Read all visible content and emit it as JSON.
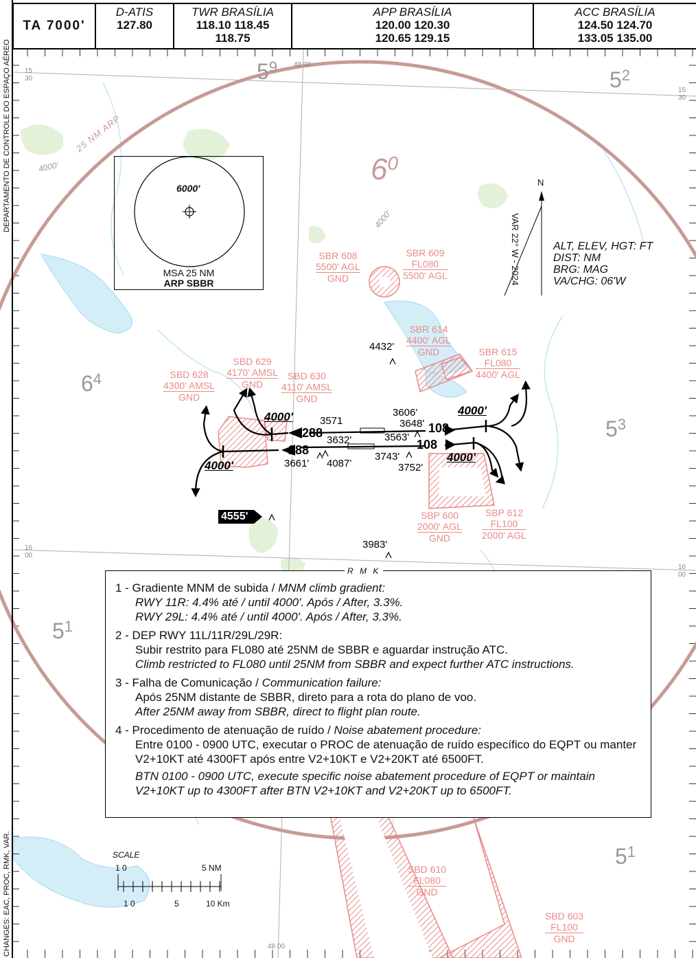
{
  "header": {
    "ta": "TA 7000'",
    "datis_title": "D-ATIS",
    "datis_freq": "127.80",
    "twr_title": "TWR BRASÍLIA",
    "twr_freq1": "118.10 118.45",
    "twr_freq2": "118.75",
    "app_title": "APP BRASÍLIA",
    "app_freq1": "120.00 120.30",
    "app_freq2": "120.65 129.15",
    "acc_title": "ACC BRASÍLIA",
    "acc_freq1": "124.50 124.70",
    "acc_freq2": "133.05 135.00"
  },
  "side": {
    "top": "DEPARTAMENTO DE CONTROLE DO ESPAÇO AÉREO",
    "bottom": "CHANGES: EAC, PROC, RMK, VAR."
  },
  "msa": {
    "alt": "6000'",
    "line1": "MSA 25 NM",
    "line2": "ARP SBBR"
  },
  "arc_label": "25 NM ARP",
  "legend": [
    "ALT, ELEV, HGT: FT",
    "DIST: NM",
    "BRG: MAG",
    "VA/CHG: 06'W"
  ],
  "variation": "VAR 22° W - 2024",
  "north": "N",
  "zones": {
    "sbr608": [
      "SBR 608",
      "5500' AGL",
      "GND"
    ],
    "sbr609": [
      "SBR 609",
      "FL080",
      "5500' AGL"
    ],
    "sbr614": [
      "SBR 614",
      "4400' AGL",
      "GND"
    ],
    "sbr615": [
      "SBR 615",
      "FL080",
      "4400' AGL"
    ],
    "sbd628": [
      "SBD 628",
      "4300' AMSL",
      "GND"
    ],
    "sbd629": [
      "SBD 629",
      "4170' AMSL",
      "GND"
    ],
    "sbd630": [
      "SBD 630",
      "4110' AMSL",
      "GND"
    ],
    "sbp600": [
      "SBP 600",
      "2000' AGL",
      "GND"
    ],
    "sbp612": [
      "SBP 612",
      "FL100",
      "2000' AGL"
    ],
    "sbd610": [
      "SBD 610",
      "FL080",
      "GND"
    ],
    "sbd603": [
      "SBD 603",
      "FL100",
      "GND"
    ]
  },
  "elevations": {
    "e4432": "4432'",
    "e3571": "3571",
    "e3606": "3606'",
    "e3648": "3648'",
    "e3632": "3632'",
    "e3563": "3563'",
    "e3743": "3743'",
    "e3661": "3661'",
    "e4087": "4087'",
    "e3752": "3752'",
    "e3983": "3983'",
    "e4555": "4555'"
  },
  "runway": {
    "hdg_288a": "288",
    "hdg_288b": "288",
    "hdg_108a": "108",
    "hdg_108b": "108",
    "alt_nw": "4000'",
    "alt_sw": "4000'",
    "alt_ne": "4000'",
    "alt_se": "4000'"
  },
  "terrain": {
    "t4000a": "4000'",
    "t4000b": "4000'"
  },
  "grid": {
    "n59": "5",
    "n59s": "9",
    "n52": "5",
    "n52s": "2",
    "n60": "6",
    "n60s": "0",
    "n64": "6",
    "n64s": "4",
    "n53": "5",
    "n53s": "3",
    "n51a": "5",
    "n51as": "1",
    "n51b": "5",
    "n51bs": "1",
    "lat1530l": [
      "15",
      "30"
    ],
    "lat1530r": [
      "15",
      "30"
    ],
    "lat1600l": [
      "16",
      "00"
    ],
    "lat1600r": [
      "16",
      "00"
    ],
    "lon4800t": "48 00",
    "lon4800b": "48 00"
  },
  "notes": {
    "rmk": "R M K",
    "n1": "1 - Gradiente MNM de subida / ",
    "n1i": "MNM climb gradient:",
    "n1a": "RWY 11R: 4.4% até / until 4000'. Após / After, 3.3%.",
    "n1b": "RWY 29L: 4.4% até / until 4000'. Após / After, 3.3%.",
    "n2": "2 - DEP RWY 11L/11R/29L/29R:",
    "n2a": "Subir restrito para FL080 até 25NM de SBBR e aguardar instrução ATC.",
    "n2b": "Climb restricted to FL080 until 25NM from SBBR and expect further ATC instructions.",
    "n3": "3 - Falha de Comunicação / ",
    "n3i": "Communication failure:",
    "n3a": "Após 25NM distante de SBBR, direto para a rota do plano de voo.",
    "n3b": "After 25NM away from SBBR, direct to flight plan route.",
    "n4": "4 - Procedimento de atenuação de ruído / ",
    "n4i": "Noise abatement procedure:",
    "n4a": "Entre 0100 - 0900 UTC, executar o PROC de atenuação de ruído específico do EQPT ou manter V2+10KT até 4300FT após entre V2+10KT e V2+20KT até 6500FT.",
    "n4b": "BTN 0100 - 0900 UTC, execute specific noise abatement procedure of EQPT or maintain V2+10KT up to 4300FT after BTN V2+10KT and V2+20KT up to 6500FT."
  },
  "scale": {
    "title": "SCALE",
    "nm_left": "1  0",
    "nm_right": "5  NM",
    "km_left": "1 0",
    "km_mid": "5",
    "km_right": "10  Km"
  },
  "colors": {
    "arc": "#c89a96",
    "zone": "#e98a88",
    "water": "#d4eef8",
    "terrain": "#e3f1d8"
  }
}
